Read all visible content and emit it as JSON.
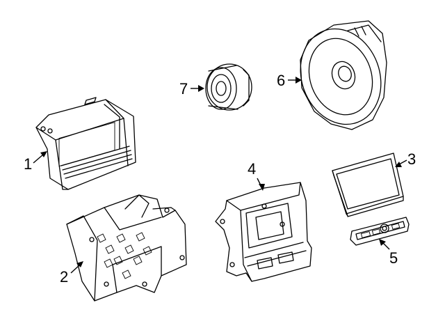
{
  "diagram": {
    "callouts": [
      {
        "id": "1",
        "label": "1"
      },
      {
        "id": "2",
        "label": "2"
      },
      {
        "id": "3",
        "label": "3"
      },
      {
        "id": "4",
        "label": "4"
      },
      {
        "id": "5",
        "label": "5"
      },
      {
        "id": "6",
        "label": "6"
      },
      {
        "id": "7",
        "label": "7"
      }
    ]
  }
}
